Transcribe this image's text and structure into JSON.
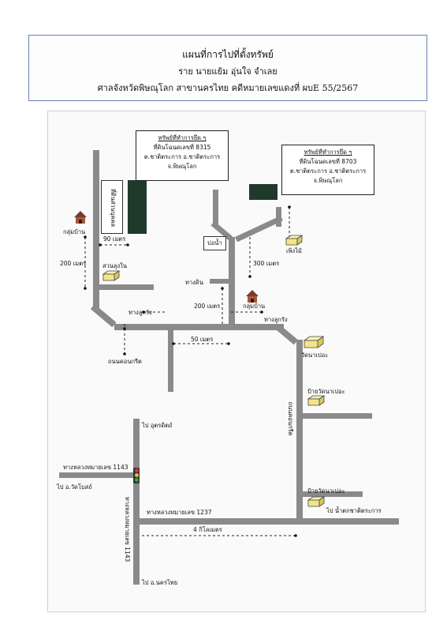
{
  "header": {
    "title": "แผนที่การไปที่ตั้งทรัพย์",
    "case_line": "ราย นายแย้ม อุ่นใจ จำเลย",
    "court_line": "ศาลจังหวัดพิษณุโลก สาขานครไทย คดีหมายเลขแดงที่ ผบE 55/2567"
  },
  "callout_left": {
    "line1": "ทรัพย์ที่ทำการยึด ๆ",
    "line2": "ที่ดินโฉนดเลขที่ 8315",
    "line3": "ต.ชาติตระการ อ.ชาติตระการ",
    "line4": "จ.พิษณุโลก"
  },
  "callout_right": {
    "line1": "ทรัพย์ที่ทำการยึด ๆ",
    "line2": "ที่ดินโฉนดเลขที่ 8703",
    "line3": "ต.ชาติตระการ อ.ชาติตระการ",
    "line4": "จ.พิษณุโลก"
  },
  "labels": {
    "public_land": "ที่ดินส่วนบุคคล",
    "village_left": "กลุ่มบ้าน",
    "dist_90": "90 เมตร",
    "dist_200_left": "200 เมตร",
    "garden": "สวนลุงใน",
    "pond": "บ่อน้ำ",
    "hut": "เพิงไม้",
    "dist_300": "300 เมตร",
    "dirt_road": "ทางดิน",
    "village_mid": "กลุ่มบ้าน",
    "dist_200_mid": "200 เมตร",
    "gravel_right": "ทางลูกรัง",
    "gravel_left": "ทางลูกรัง",
    "dist_50": "50 เมตร",
    "concrete_road_left": "ถนนคอนกรีต",
    "temple": "วัดนาเปอะ",
    "sign_temple_upper": "ป้ายวัดนาเปอะ",
    "concrete_road_vertical": "ถนนคอนกรีต",
    "to_uttaradit": "ไป อุตรดิตถ์",
    "highway_1143": "ทางหลวงหมายเลข 1143",
    "to_wat_bot": "ไป อ.วัดโบสถ์",
    "highway_1143_vertical": "ทางหลวงหมายเลข 1143",
    "sign_temple_lower": "ป้ายวัดนาเปอะ",
    "to_nam_tok": "ไป น้ำตกชาติตระการ",
    "highway_1237": "ทางหลวงหมายเลข 1237",
    "dist_4km": "4 กิโลเมตร",
    "to_nakhon_thai": "ไป อ.นครไทย"
  },
  "colors": {
    "road": "#8a8a8a",
    "plot": "#1f3a2a",
    "header_border": "#6a7fb5"
  }
}
